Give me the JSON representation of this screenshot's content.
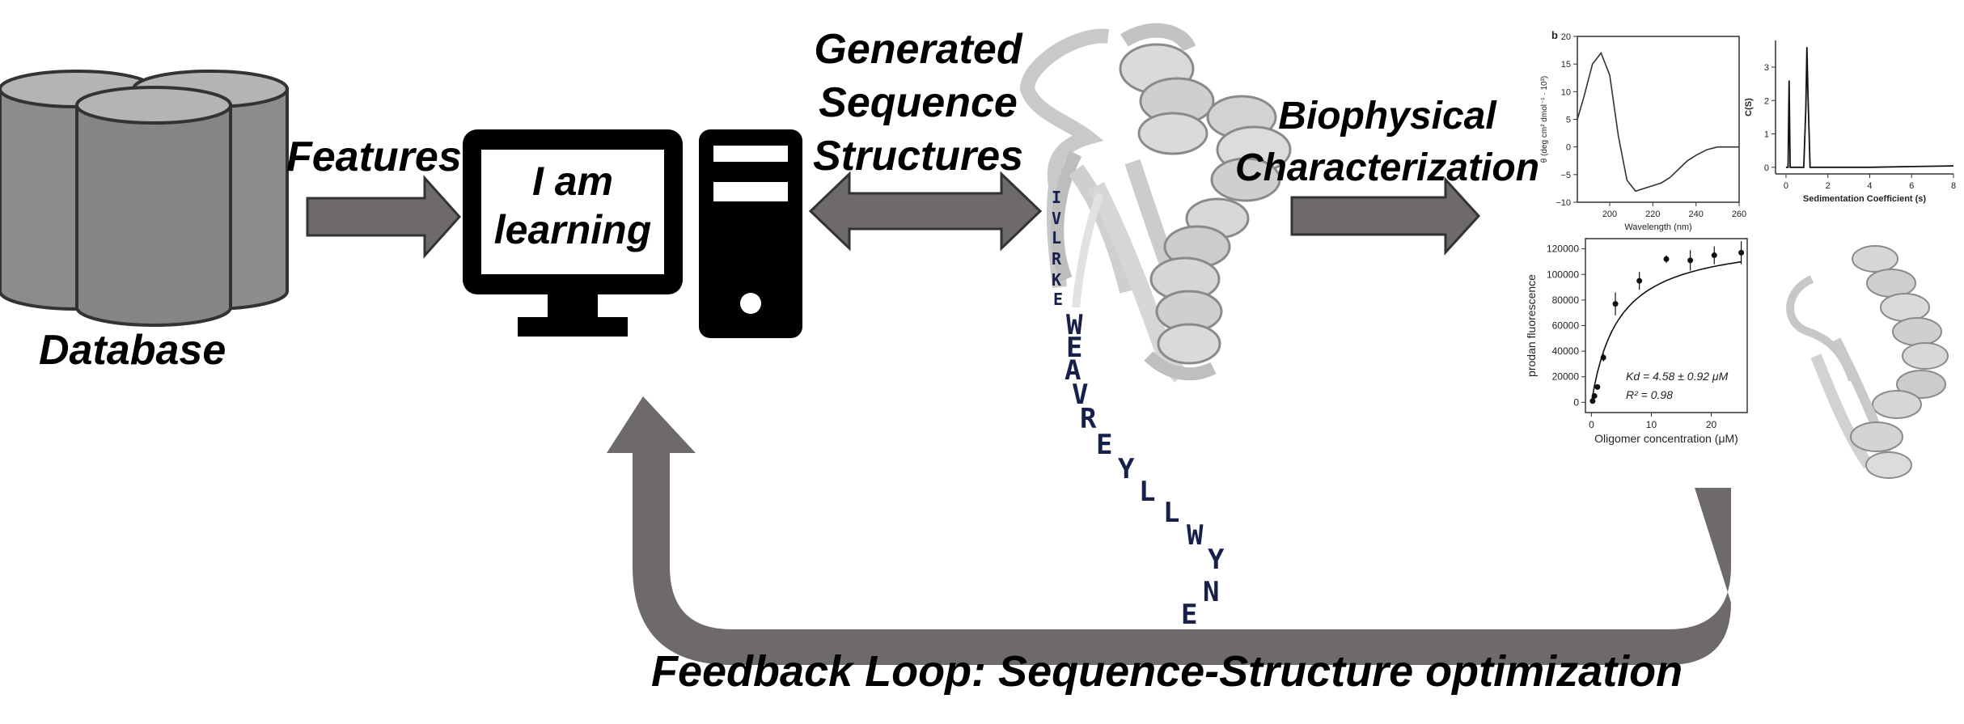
{
  "labels": {
    "database": "Database",
    "features": "Features",
    "screen_line1": "I am",
    "screen_line2": "learning",
    "generated": [
      "Generated",
      "Sequence",
      "Structures"
    ],
    "biophysical": [
      "Biophysical",
      "Characterization"
    ],
    "feedback": "Feedback Loop: Sequence-Structure optimization"
  },
  "sequence": [
    "I",
    "V",
    "L",
    "R",
    "K",
    "E",
    "W",
    "E",
    "A",
    "V",
    "R",
    "E",
    "Y",
    "L",
    "L",
    "W",
    "Y",
    "N",
    "E"
  ],
  "colors": {
    "cylinder_fill": "#8c8c8c",
    "arrow_fill": "#6e6a6a",
    "sequence_text": "#16204a",
    "protein": "#d0d0d0"
  },
  "panels": {
    "cd": {
      "tag": "b",
      "xlabel": "Wavelength (nm)",
      "ylabel": "θ (deg cm² dmol⁻¹ · 10³)",
      "xticks": [
        "200",
        "220",
        "240",
        "260"
      ],
      "yticks": [
        "20",
        "15",
        "10",
        "5",
        "0",
        "−5",
        "−10"
      ]
    },
    "sed": {
      "xlabel": "Sedimentation Coefficient (s)",
      "ylabel": "C(S)",
      "xticks": [
        "0",
        "2",
        "4",
        "6",
        "8"
      ],
      "yticks": [
        "0",
        "1",
        "2",
        "3"
      ]
    },
    "binding": {
      "xlabel": "Oligomer concentration (μM)",
      "ylabel": "prodan fluorescence",
      "xticks": [
        "0",
        "10",
        "20"
      ],
      "yticks": [
        "0",
        "20000",
        "40000",
        "60000",
        "80000",
        "100000",
        "120000"
      ],
      "kd_text": "Kd = 4.58 ± 0.92 μM",
      "r2_text": "R² = 0.98"
    }
  },
  "chart_data": [
    {
      "type": "line",
      "series": [
        {
          "x": [
            185,
            188,
            192,
            196,
            200,
            204,
            208,
            212,
            216,
            220,
            224,
            228,
            232,
            236,
            240,
            245,
            250,
            255,
            260
          ],
          "values": [
            5,
            9,
            15,
            17,
            13,
            2,
            -6,
            -8,
            -7.5,
            -7,
            -6.5,
            -5.5,
            -4,
            -2.5,
            -1.5,
            -0.5,
            0,
            0,
            0
          ]
        }
      ],
      "xlim": [
        185,
        260
      ],
      "ylim": [
        -10,
        20
      ]
    },
    {
      "type": "line",
      "series": [
        {
          "x": [
            0,
            0.1,
            0.15,
            0.2,
            0.3,
            0.6,
            0.85,
            0.95,
            1.0,
            1.05,
            1.15,
            1.4,
            2,
            4,
            6,
            8
          ],
          "values": [
            0,
            0,
            2.6,
            0,
            0,
            0,
            0,
            1.8,
            3.6,
            2.2,
            0,
            0,
            0,
            0,
            0.02,
            0.04
          ]
        }
      ],
      "xlim": [
        -0.5,
        8
      ],
      "ylim": [
        -0.2,
        3.8
      ]
    },
    {
      "type": "scatter",
      "series": [
        {
          "x": [
            0.2,
            0.5,
            1,
            2,
            4,
            8,
            12.5,
            16.5,
            20.5,
            25
          ],
          "values": [
            1000,
            5000,
            12000,
            35000,
            77000,
            95000,
            112000,
            111000,
            115000,
            117000
          ],
          "errors": [
            1000,
            1500,
            2000,
            3000,
            9000,
            7000,
            3000,
            8000,
            7000,
            9000
          ]
        }
      ],
      "xlim": [
        -1,
        26
      ],
      "ylim": [
        -8000,
        128000
      ]
    }
  ]
}
